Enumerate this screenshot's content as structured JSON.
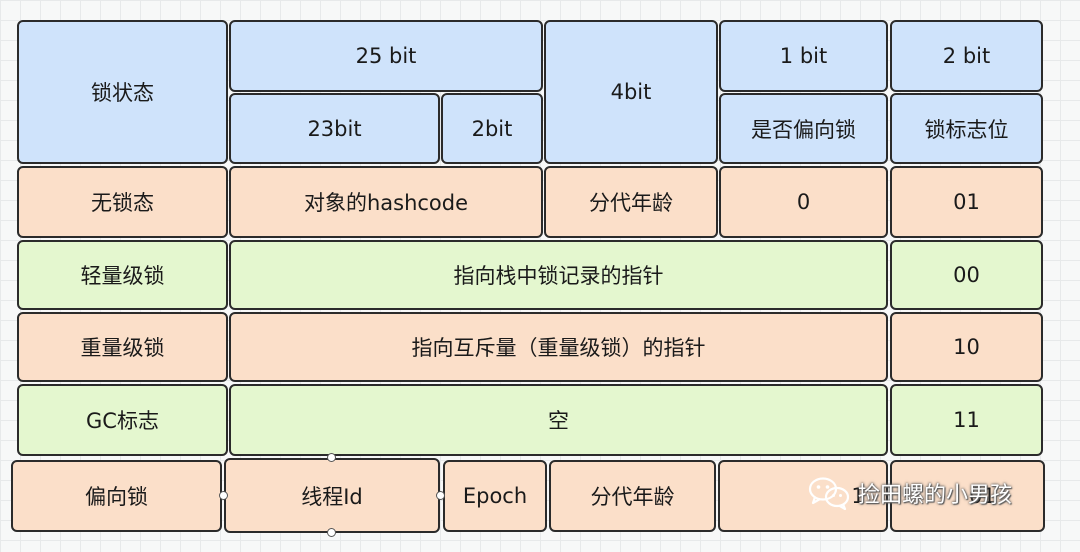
{
  "header": {
    "lock_state": "锁状态",
    "bits_25": "25 bit",
    "bits_23": "23bit",
    "bits_2": "2bit",
    "bits_4": "4bit",
    "bits_1": "1 bit",
    "biased_flag": "是否偏向锁",
    "bits_2b": "2 bit",
    "lock_flag": "锁标志位"
  },
  "rows": {
    "unlocked": {
      "state": "无锁态",
      "hashcode": "对象的hashcode",
      "age": "分代年龄",
      "biased": "0",
      "flag": "01"
    },
    "lightweight": {
      "state": "轻量级锁",
      "pointer": "指向栈中锁记录的指针",
      "flag": "00"
    },
    "heavyweight": {
      "state": "重量级锁",
      "pointer": "指向互斥量（重量级锁）的指针",
      "flag": "10"
    },
    "gc": {
      "state": "GC标志",
      "content": "空",
      "flag": "11"
    },
    "biased": {
      "state": "偏向锁",
      "thread_id": "线程Id",
      "epoch": "Epoch",
      "age": "分代年龄",
      "biased": "1",
      "flag": "01"
    }
  },
  "watermark": {
    "text": "捡田螺的小男孩",
    "icon": "wechat-icon"
  }
}
